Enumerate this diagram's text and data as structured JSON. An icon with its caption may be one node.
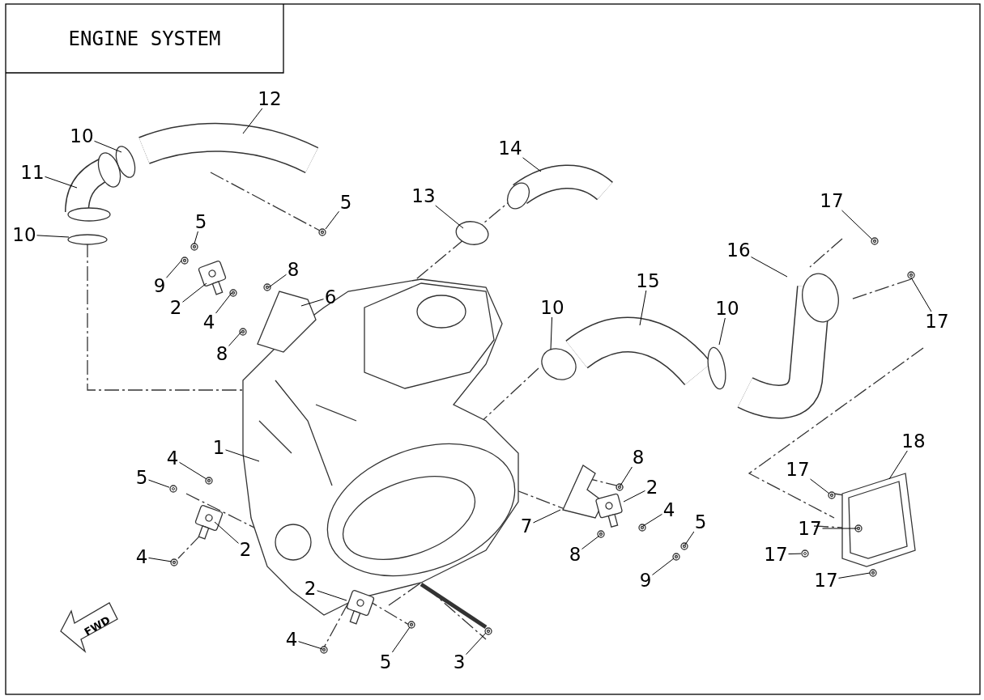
{
  "diagram": {
    "title": "ENGINE SYSTEM",
    "nodes": [
      {
        "text": [
          "12"
        ]
      },
      {
        "text": [
          "10"
        ]
      },
      {
        "text": [
          "11"
        ]
      },
      {
        "text": [
          "10"
        ]
      },
      {
        "text": [
          "5"
        ]
      },
      {
        "text": [
          "9"
        ]
      },
      {
        "text": [
          "2"
        ]
      },
      {
        "text": [
          "4"
        ]
      },
      {
        "text": [
          "8"
        ]
      },
      {
        "text": [
          "6"
        ]
      },
      {
        "text": [
          "8"
        ]
      },
      {
        "text": [
          "5"
        ]
      },
      {
        "text": [
          "13"
        ]
      },
      {
        "text": [
          "14"
        ]
      },
      {
        "text": [
          "15"
        ]
      },
      {
        "text": [
          "10"
        ]
      },
      {
        "text": [
          "10"
        ]
      },
      {
        "text": [
          "16"
        ]
      },
      {
        "text": [
          "17"
        ]
      },
      {
        "text": [
          "17"
        ]
      },
      {
        "text": [
          "18"
        ]
      },
      {
        "text": [
          "17"
        ]
      },
      {
        "text": [
          "17"
        ]
      },
      {
        "text": [
          "17"
        ]
      },
      {
        "text": [
          "17"
        ]
      },
      {
        "text": [
          "1"
        ]
      },
      {
        "text": [
          "4"
        ]
      },
      {
        "text": [
          "5"
        ]
      },
      {
        "text": [
          "2"
        ]
      },
      {
        "text": [
          "4"
        ]
      },
      {
        "text": [
          "2"
        ]
      },
      {
        "text": [
          "4"
        ]
      },
      {
        "text": [
          "5"
        ]
      },
      {
        "text": [
          "3"
        ]
      },
      {
        "text": [
          "7"
        ]
      },
      {
        "text": [
          "8"
        ]
      },
      {
        "text": [
          "2"
        ]
      },
      {
        "text": [
          "4"
        ]
      },
      {
        "text": [
          "8"
        ]
      },
      {
        "text": [
          "5"
        ]
      },
      {
        "text": [
          "9"
        ]
      },
      {
        "text": [],
        "shape": "circle"
      },
      {
        "text": [],
        "shape": "circle"
      }
    ],
    "edges": [
      {
        "from": 0,
        "to": null,
        "arrow": "none"
      },
      {
        "from": 1,
        "to": null,
        "arrow": "none"
      },
      {
        "from": 2,
        "to": null,
        "arrow": "none"
      },
      {
        "from": 3,
        "to": null,
        "arrow": "none"
      },
      {
        "from": 4,
        "to": null,
        "arrow": "none"
      },
      {
        "from": 5,
        "to": null,
        "arrow": "none"
      },
      {
        "from": 6,
        "to": null,
        "arrow": "none"
      },
      {
        "from": 7,
        "to": null,
        "arrow": "none"
      },
      {
        "from": 8,
        "to": null,
        "arrow": "none"
      },
      {
        "from": 9,
        "to": null,
        "arrow": "none"
      },
      {
        "from": 10,
        "to": null,
        "arrow": "none"
      },
      {
        "from": 11,
        "to": null,
        "arrow": "none"
      },
      {
        "from": 12,
        "to": null,
        "arrow": "none"
      },
      {
        "from": 13,
        "to": null,
        "arrow": "none"
      },
      {
        "from": 14,
        "to": null,
        "arrow": "none"
      },
      {
        "from": 15,
        "to": null,
        "arrow": "none"
      },
      {
        "from": 16,
        "to": null,
        "arrow": "none"
      },
      {
        "from": 17,
        "to": null,
        "arrow": "none"
      },
      {
        "from": 18,
        "to": null,
        "arrow": "none"
      },
      {
        "from": 19,
        "to": null,
        "arrow": "none"
      },
      {
        "from": 20,
        "to": null,
        "arrow": "none"
      },
      {
        "from": 21,
        "to": null,
        "arrow": "none"
      },
      {
        "from": 22,
        "to": null,
        "arrow": "none"
      },
      {
        "from": 23,
        "to": 41,
        "arrow": "none"
      },
      {
        "from": 24,
        "to": null,
        "arrow": "none"
      },
      {
        "from": 25,
        "to": null,
        "arrow": "none"
      },
      {
        "from": 26,
        "to": null,
        "arrow": "none"
      },
      {
        "from": 27,
        "to": 42,
        "arrow": "none"
      },
      {
        "from": 28,
        "to": null,
        "arrow": "none"
      },
      {
        "from": 29,
        "to": null,
        "arrow": "none"
      },
      {
        "from": 30,
        "to": null,
        "arrow": "none"
      },
      {
        "from": 31,
        "to": null,
        "arrow": "none"
      },
      {
        "from": 32,
        "to": null,
        "arrow": "none"
      },
      {
        "from": 33,
        "to": null,
        "arrow": "none"
      },
      {
        "from": 34,
        "to": null,
        "arrow": "none"
      },
      {
        "from": 35,
        "to": null,
        "arrow": "none"
      },
      {
        "from": 36,
        "to": null,
        "arrow": "none"
      },
      {
        "from": 37,
        "to": null,
        "arrow": "none"
      },
      {
        "from": 38,
        "to": null,
        "arrow": "none"
      },
      {
        "from": 39,
        "to": null,
        "arrow": "none"
      },
      {
        "from": 40,
        "to": null,
        "arrow": "none"
      }
    ],
    "labels": [
      "FWD"
    ]
  }
}
